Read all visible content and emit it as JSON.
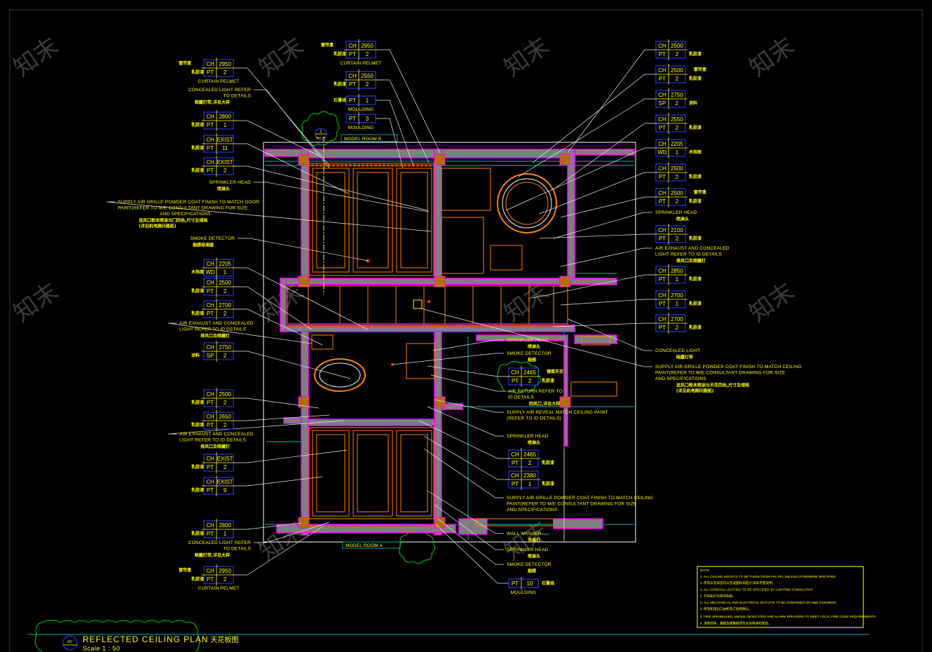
{
  "watermark": "知末",
  "title": {
    "ref": "RC",
    "main": "REFLECTED CEILING PLAN",
    "cn": "天花板图",
    "scale": "Scale 1 : 50"
  },
  "room_labels": [
    "MODEL ROOM B",
    "MODEL ROOM A"
  ],
  "section_marker": {
    "num": "1",
    "sheet": "WA 21"
  },
  "tags": [
    {
      "r1": [
        "CH",
        "2950"
      ],
      "r2": [
        "PT",
        "2"
      ],
      "cn": "乳胶漆",
      "cn_top": "窗帘盒",
      "note": "CURTAIN PELMET"
    },
    {
      "r1": [
        "CH",
        "2800"
      ],
      "r2": [
        "PT",
        "1"
      ],
      "cn": "乳胶漆"
    },
    {
      "r1": [
        "CH",
        "EXIST"
      ],
      "r2": [
        "PT",
        "11"
      ],
      "cn": "乳胶漆"
    },
    {
      "r1": [
        "CH",
        "EXIST"
      ],
      "r2": [
        "PT",
        "2"
      ],
      "cn": "乳胶漆"
    },
    {
      "r1": [
        "CH",
        "2205"
      ],
      "r2": [
        "WD",
        "1"
      ],
      "cn": "木饰面"
    },
    {
      "r1": [
        "CH",
        "2500"
      ],
      "r2": [
        "PT",
        "2"
      ],
      "cn": "乳胶漆"
    },
    {
      "r1": [
        "CH",
        "2700"
      ],
      "r2": [
        "PT",
        "2"
      ],
      "cn": "乳胶漆"
    },
    {
      "r1": [
        "CH",
        "2750"
      ],
      "r2": [
        "SP",
        "2"
      ],
      "cn": "涂料"
    },
    {
      "r1": [
        "CH",
        "2500"
      ],
      "r2": [
        "PT",
        "2"
      ],
      "cn": "乳胶漆"
    },
    {
      "r1": [
        "CH",
        "2650"
      ],
      "r2": [
        "PT",
        "2"
      ],
      "cn": "乳胶漆"
    },
    {
      "r1": [
        "CH",
        "EXIST"
      ],
      "r2": [
        "PT",
        "2"
      ],
      "cn": "乳胶漆"
    },
    {
      "r1": [
        "CH",
        "EXIST"
      ],
      "r2": [
        "PT",
        "9"
      ],
      "cn": "乳胶漆"
    },
    {
      "r1": [
        "CH",
        "2800"
      ],
      "r2": [
        "PT",
        "1"
      ],
      "cn": "乳胶漆"
    },
    {
      "r1": [
        "CH",
        "2950"
      ],
      "r2": [
        "PT",
        "2"
      ],
      "cn": "乳胶漆",
      "cn_top": "窗帘盒",
      "note": "CURTAIN PELMET"
    },
    {
      "r1": [
        "CH",
        "2950"
      ],
      "r2": [
        "PT",
        "2"
      ],
      "cn": "乳胶漆",
      "cn_top": "窗帘盒",
      "note": "CURTAIN PELMET"
    },
    {
      "r1": [
        "CH",
        "2550"
      ],
      "r2": [
        "PT",
        "2"
      ],
      "cn": "乳胶漆"
    },
    {
      "r1": [
        "PT",
        "1"
      ],
      "cn": "石膏线",
      "note": "MOULDING"
    },
    {
      "r1": [
        "PT",
        "3"
      ],
      "note": "MOULDING"
    },
    {
      "r1": [
        "CH",
        "2500"
      ],
      "r2": [
        "PT",
        "2"
      ],
      "cn": "乳胶漆"
    },
    {
      "r1": [
        "CH",
        "2500"
      ],
      "r2": [
        "PT",
        "2"
      ],
      "cn": "乳胶漆",
      "cn_top": "窗帘盒"
    },
    {
      "r1": [
        "CH",
        "2750"
      ],
      "r2": [
        "SP",
        "2"
      ],
      "cn": "涂料"
    },
    {
      "r1": [
        "CH",
        "2550"
      ],
      "r2": [
        "PT",
        "2"
      ],
      "cn": "乳胶漆"
    },
    {
      "r1": [
        "CH",
        "2205"
      ],
      "r2": [
        "WD",
        "1"
      ],
      "cn": "木饰面"
    },
    {
      "r1": [
        "CH",
        "2500"
      ],
      "r2": [
        "PT",
        "2"
      ],
      "cn": "乳胶漆"
    },
    {
      "r1": [
        "CH",
        "2500"
      ],
      "r2": [
        "PT",
        "2"
      ],
      "cn": "乳胶漆",
      "cn_top": "窗帘盒"
    },
    {
      "r1": [
        "CH",
        "2100"
      ],
      "r2": [
        "PT",
        "2"
      ],
      "cn": "乳胶漆"
    },
    {
      "r1": [
        "CH",
        "2850"
      ],
      "r2": [
        "PT",
        "1"
      ],
      "cn": "乳胶漆"
    },
    {
      "r1": [
        "CH",
        "2700"
      ],
      "r2": [
        "PT",
        "1"
      ],
      "cn": "乳胶漆"
    },
    {
      "r1": [
        "CH",
        "2700"
      ],
      "r2": [
        "PT",
        "2"
      ],
      "cn": "乳胶漆"
    },
    {
      "r1": [
        "CH",
        "2465"
      ],
      "r2": [
        "PT",
        "2"
      ],
      "cn": "乳胶漆",
      "cn_top": "镜面天花"
    },
    {
      "r1": [
        "CH",
        "2465"
      ],
      "r2": [
        "PT",
        "2"
      ],
      "cn": "乳胶漆"
    },
    {
      "r1": [
        "CH",
        "2380"
      ],
      "r2": [
        "PT",
        "1"
      ],
      "cn": "乳胶漆"
    },
    {
      "r1": [
        "PT",
        "10"
      ],
      "cn": "石膏线",
      "note": "MOULDING"
    }
  ],
  "annotations": [
    {
      "lines": [
        "CONCEALED LIGHT REFER",
        "TO DETAILS"
      ],
      "cn": "暗藏灯带,详见大样"
    },
    {
      "lines": [
        "SPRINKLER HEAD"
      ],
      "cn": "喷淋头"
    },
    {
      "lines": [
        "SUPPLY AIR GRILLE POWDER COAT FINISH TO MATCH DOOR",
        "PAINT(REFER TO M/E CONSULTANT DRAWING FOR SIZE",
        "AND SPECIFICATIONS"
      ],
      "cn": "送风口粉末喷涂与门同色,尺寸及规格",
      "cn2": "(详见机电顾问图纸)"
    },
    {
      "lines": [
        "SMOKE DETECTOR"
      ],
      "cn": "烟感探测器"
    },
    {
      "lines": [
        "AIR EXHAUST AND CONCEALED",
        "LIGHT REFER TO ID DETAILS"
      ],
      "cn": "排风口及暗藏灯"
    },
    {
      "lines": [
        "AIR EXHAUST AND CONCEALED",
        "LIGHT REFER TO ID DETAILS"
      ],
      "cn": "排风口及暗藏灯"
    },
    {
      "lines": [
        "CONCEALED LIGHT REFER",
        "TO DETAILS"
      ],
      "cn": "暗藏灯带,详见大样"
    },
    {
      "lines": [
        "SPRINKLER HEAD"
      ],
      "cn": "喷淋头"
    },
    {
      "lines": [
        "AIR EXHAUST AND CONCEALED",
        "LIGHT REFER TO ID DETAILS"
      ],
      "cn": "排风口及暗藏灯"
    },
    {
      "lines": [
        "CONCEALED LIGHT"
      ],
      "cn": "暗藏灯带"
    },
    {
      "lines": [
        "SUPPLY AIR GRILLE POWDER COAT FINISH TO MATCH CEILING",
        "PAINT(REFER TO M/E CONSULTANT DRAWING FOR SIZE",
        "AND SPECIFICATIONS"
      ],
      "cn": "送风口粉末喷涂与天花同色,尺寸及规格",
      "cn2": "(详见机电顾问图纸)"
    },
    {
      "lines": [
        "SPRINKLER HEAD"
      ],
      "cn": "喷淋头"
    },
    {
      "lines": [
        "SMOKE DETECTOR"
      ],
      "cn": "烟感"
    },
    {
      "lines": [
        "AIR RETURN REFER TO",
        "ID DETAILS"
      ],
      "cn": "回风口,详见大样"
    },
    {
      "lines": [
        "SUPPLY AIR REVEAL MATCH CEILING PAINT",
        "(REFER TO ID DETAILS)"
      ]
    },
    {
      "lines": [
        "SPRINKLER HEAD"
      ],
      "cn": "喷淋头"
    },
    {
      "lines": [
        "SUPPLY AIR GRILLE POWDER COAT FINISH TO MATCH CEILING",
        "PAINT(REFER TO M/E CONSULTANT DRAWING FOR SIZE",
        "AND SPECIFICATIONS"
      ]
    },
    {
      "lines": [
        "WALL WASHER"
      ],
      "cn": "洗墙灯"
    },
    {
      "lines": [
        "SPRINKLER HEAD"
      ],
      "cn": "喷淋头"
    },
    {
      "lines": [
        "SMOKE DETECTOR"
      ],
      "cn": "烟感"
    }
  ],
  "notes_box": {
    "heading": "NOTE:",
    "lines": [
      "1. ALL CEILING HEIGHTS TO BE TAKEN FROM FIN. FFL UNLESS OTHERWISE SPECIFIED",
      "1. 所有天花高度均从完成面标高起计,除非另有说明。",
      "2. ALL GENERAL LIGHTING TO BE SPECIFIED BY LIGHTING CONSULTANT",
      "2. 灯具由灯光顾问指定。",
      "3. ALL MECHANICAL AND ELECTRICAL OUTLETS TO BE CONFIRMED BY M&E ENGINEER",
      "3. 所有机电出口由机电工程师确认。",
      "4. FIRE SPRINKLERS, SMOKE DETECTORS AND ALARM SPEAKERS TO MEET LOCAL FIRE CODE REQUIREMENTS",
      "4. 消防喷淋、烟感及报警器须符合当地消防规范。"
    ]
  }
}
